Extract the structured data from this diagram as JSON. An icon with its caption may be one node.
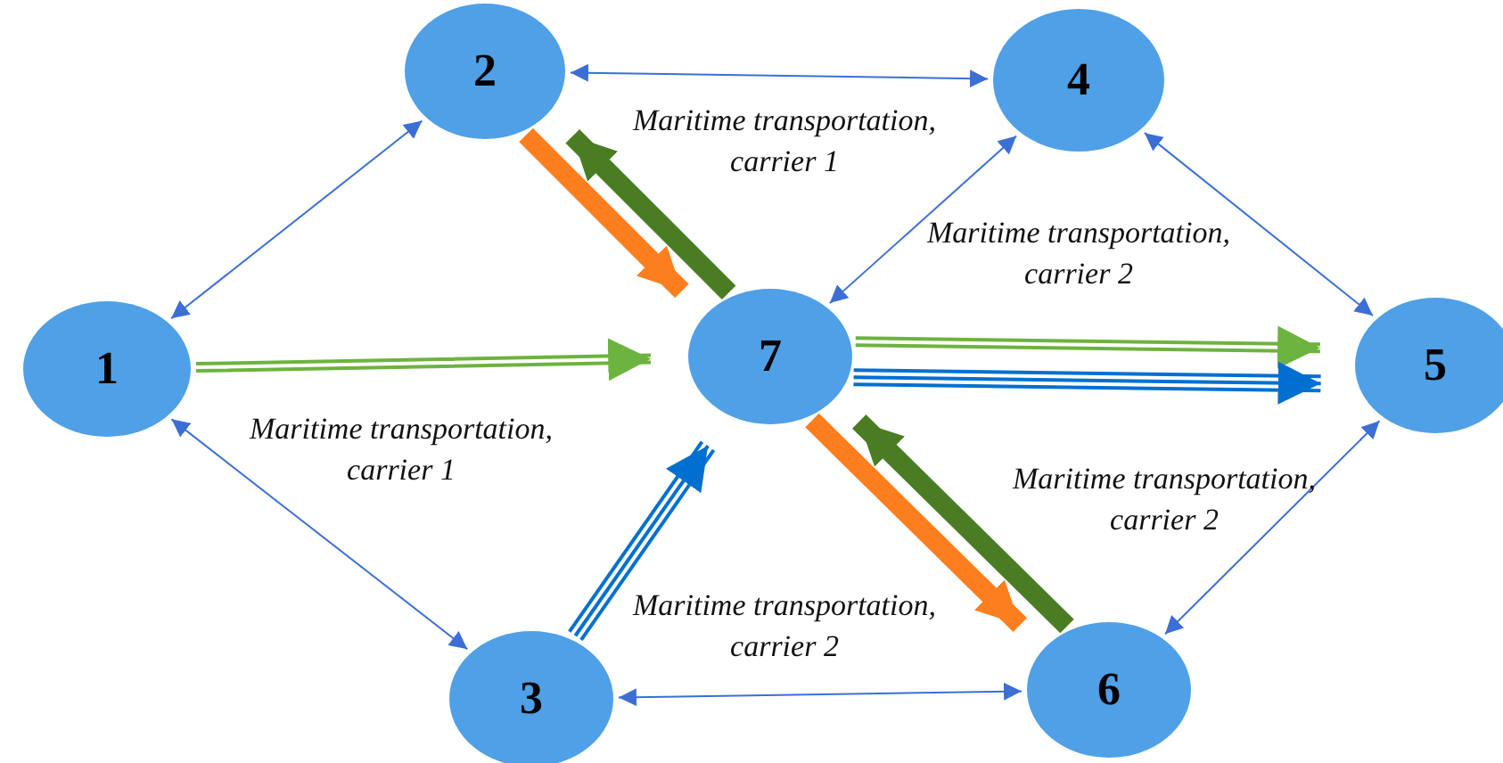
{
  "diagram": {
    "nodes": [
      {
        "text": [
          "1"
        ]
      },
      {
        "text": [
          "2"
        ]
      },
      {
        "text": [
          "4"
        ]
      },
      {
        "text": [
          "7"
        ]
      },
      {
        "text": [
          "5"
        ]
      },
      {
        "text": [
          "3"
        ]
      },
      {
        "text": [
          "6"
        ]
      }
    ],
    "edges": [
      {
        "from": 0,
        "to": 1,
        "arrow": "both"
      },
      {
        "from": 0,
        "to": 5,
        "arrow": "both"
      },
      {
        "from": 1,
        "to": 2,
        "arrow": "both"
      },
      {
        "from": 2,
        "to": 4,
        "arrow": "both"
      },
      {
        "from": 4,
        "to": 6,
        "arrow": "both"
      },
      {
        "from": 5,
        "to": 6,
        "arrow": "both"
      },
      {
        "from": 2,
        "to": 3,
        "arrow": "both"
      },
      {
        "from": 0,
        "to": 3,
        "arrow": "to",
        "color": "#6db33f"
      },
      {
        "from": 1,
        "to": 3,
        "arrow": "to",
        "style": "thick",
        "color": "#fd7e1e"
      },
      {
        "from": 3,
        "to": 1,
        "arrow": "to",
        "style": "thick",
        "color": "#4a7d23"
      },
      {
        "from": 3,
        "to": 4,
        "arrow": "to",
        "color": "#6db33f"
      },
      {
        "from": 3,
        "to": 4,
        "arrow": "to",
        "color": "#0070d0"
      },
      {
        "from": 5,
        "to": 3,
        "arrow": "to",
        "color": "#0070d0"
      },
      {
        "from": 3,
        "to": 6,
        "arrow": "to",
        "style": "thick",
        "color": "#fd7e1e"
      },
      {
        "from": 6,
        "to": 3,
        "arrow": "to",
        "style": "thick",
        "color": "#4a7d23"
      }
    ],
    "labels": [
      "Maritime transportation, carrier 1",
      "Maritime transportation, carrier 2",
      "Maritime transportation, carrier 1",
      "Maritime transportation, carrier 2",
      "Maritime transportation, carrier 2"
    ]
  }
}
